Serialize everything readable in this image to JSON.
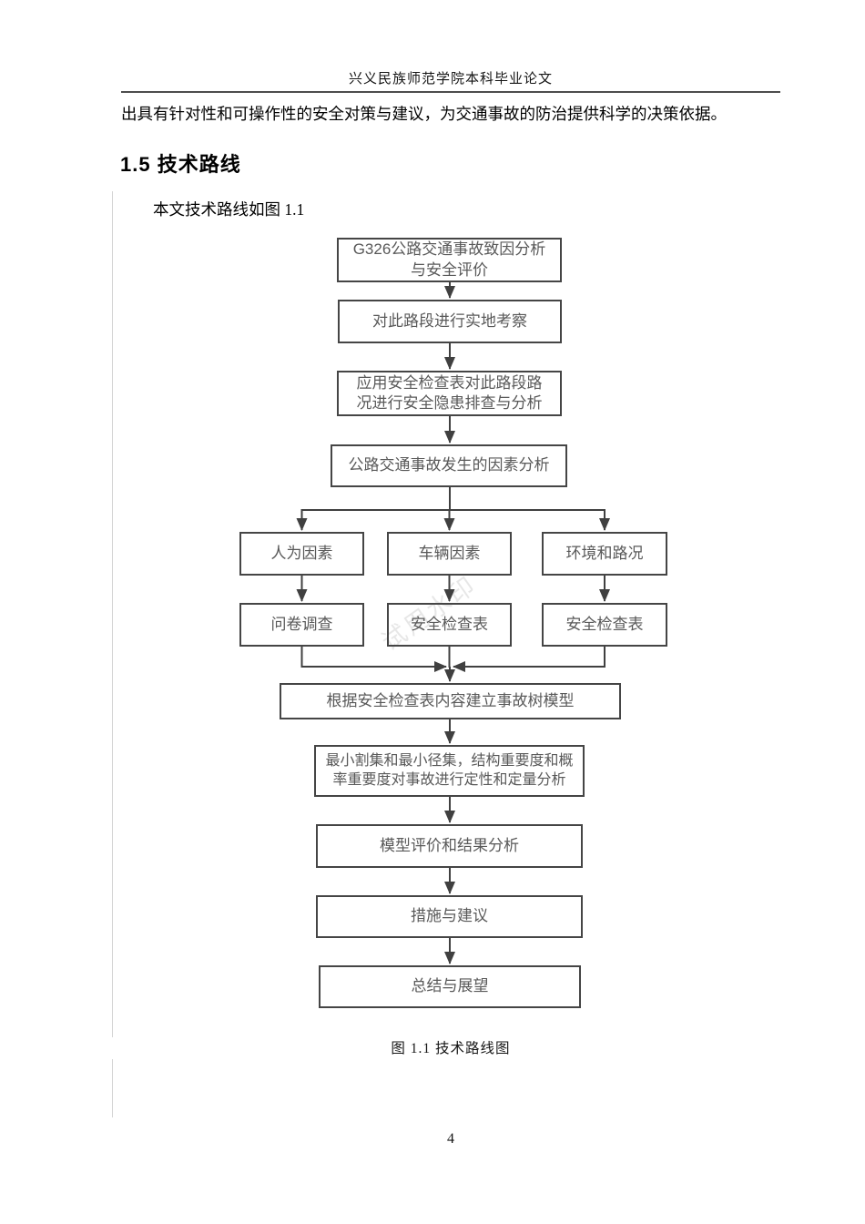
{
  "document": {
    "header_title": "兴义民族师范学院本科毕业论文",
    "paragraph": "出具有针对性和可操作性的安全对策与建议，为交通事故的防治提供科学的决策依据。",
    "section_heading": "1.5 技术路线",
    "lead_in": "本文技术路线如图 1.1",
    "figure_caption": "图 1.1 技术路线图",
    "page_number": "4",
    "watermark": "试用水印"
  },
  "flowchart": {
    "nodes": [
      {
        "label": "G326公路交通事故致因分析\n与安全评价"
      },
      {
        "label": "对此路段进行实地考察"
      },
      {
        "label": "应用安全检查表对此路段路\n况进行安全隐患排查与分析"
      },
      {
        "label": "公路交通事故发生的因素分析"
      },
      {
        "label": "人为因素"
      },
      {
        "label": "车辆因素"
      },
      {
        "label": "环境和路况"
      },
      {
        "label": "问卷调查"
      },
      {
        "label": "安全检查表"
      },
      {
        "label": "安全检查表"
      },
      {
        "label": "根据安全检查表内容建立事故树模型"
      },
      {
        "label": "最小割集和最小径集，结构重要度和概\n率重要度对事故进行定性和定量分析"
      },
      {
        "label": "模型评价和结果分析"
      },
      {
        "label": "措施与建议"
      },
      {
        "label": "总结与展望"
      }
    ]
  },
  "colors": {
    "box_border": "#454545",
    "box_text": "#595959",
    "connector": "#404040",
    "rule": "#4d4d4d",
    "margin_bar": "#d4d4d4"
  }
}
